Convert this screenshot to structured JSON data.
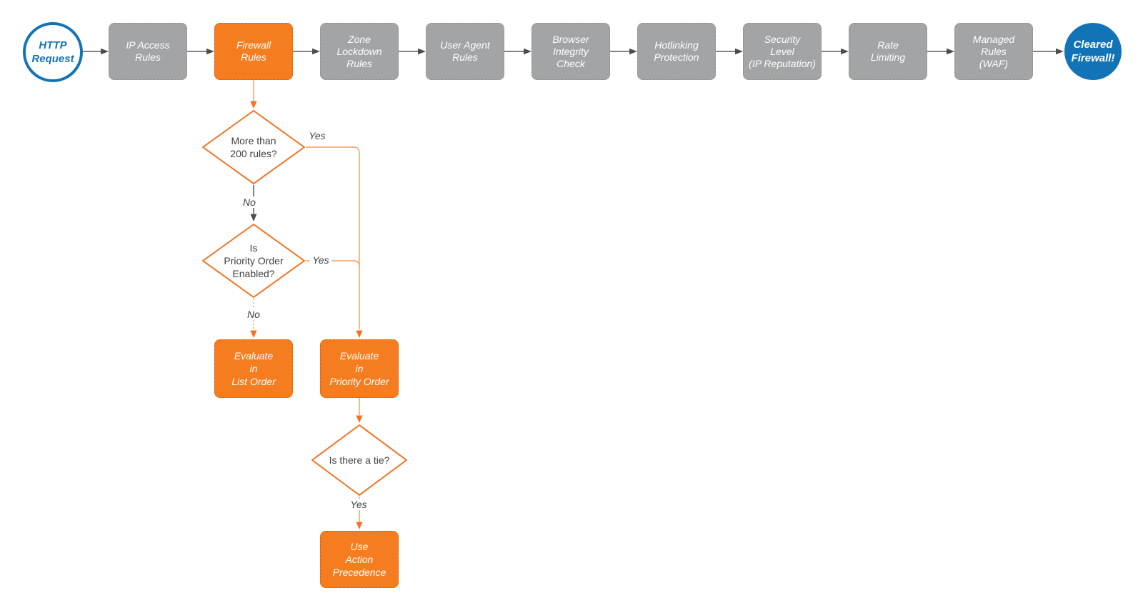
{
  "colors": {
    "accent_orange": "#F57D1F",
    "connector_orange": "#F79A5E",
    "step_gray": "#A2A4A6",
    "brand_blue": "#1274B7",
    "connector_gray": "#58585A",
    "text_dark": "#3F4040",
    "text_on_fill": "#FFFFFF"
  },
  "nodes": {
    "start": {
      "label": "HTTP\nRequest"
    },
    "steps": [
      {
        "label": "IP Access\nRules",
        "variant": "gray"
      },
      {
        "label": "Firewall\nRules",
        "variant": "orange"
      },
      {
        "label": "Zone\nLockdown\nRules",
        "variant": "gray"
      },
      {
        "label": "User Agent\nRules",
        "variant": "gray"
      },
      {
        "label": "Browser\nIntegrity\nCheck",
        "variant": "gray"
      },
      {
        "label": "Hotlinking\nProtection",
        "variant": "gray"
      },
      {
        "label": "Security\nLevel\n(IP Reputation)",
        "variant": "gray"
      },
      {
        "label": "Rate\nLimiting",
        "variant": "gray"
      },
      {
        "label": "Managed\nRules\n(WAF)",
        "variant": "gray"
      }
    ],
    "end": {
      "label": "Cleared\nFirewall!"
    },
    "decisions": [
      {
        "label": "More than\n200 rules?"
      },
      {
        "label": "Is\nPriority Order\nEnabled?"
      },
      {
        "label": "Is there a tie?"
      }
    ],
    "actions": [
      {
        "label": "Evaluate\nin\nList Order"
      },
      {
        "label": "Evaluate\nin\nPriority Order"
      },
      {
        "label": "Use\nAction\nPrecedence"
      }
    ]
  },
  "edge_labels": {
    "d1_yes": "Yes",
    "d1_no": "No",
    "d2_yes": "Yes",
    "d2_no": "No",
    "d3_yes": "Yes"
  }
}
